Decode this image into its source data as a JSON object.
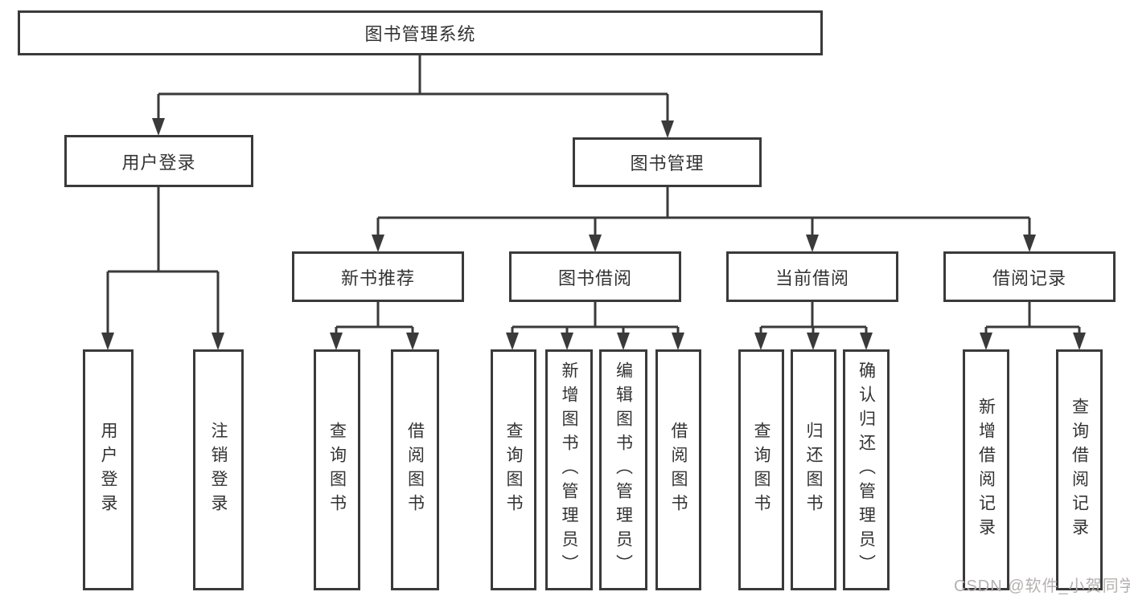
{
  "title_node": "图书管理系统",
  "branches": {
    "user_login": {
      "label": "用户登录",
      "leaves": [
        "用户登录",
        "注销登录"
      ]
    },
    "book_management": {
      "label": "图书管理",
      "groups": {
        "new_book_recommendation": {
          "label": "新书推荐",
          "leaves": [
            "查询图书",
            "借阅图书"
          ]
        },
        "book_borrowing": {
          "label": "图书借阅",
          "leaves": [
            "查询图书",
            "新增图书（管理员）",
            "编辑图书（管理员）",
            "借阅图书"
          ]
        },
        "current_borrowing": {
          "label": "当前借阅",
          "leaves": [
            "查询图书",
            "归还图书",
            "确认归还（管理员）"
          ]
        },
        "borrowing_records": {
          "label": "借阅记录",
          "leaves": [
            "新增借阅记录",
            "查询借阅记录"
          ]
        }
      }
    }
  },
  "watermark": "CSDN @软件_小贺同学",
  "colors": {
    "line": "#3a3a3a",
    "text": "#333333",
    "box_background": "#ffffff",
    "page_background": "#ffffff",
    "watermark": "#b5b0b0"
  }
}
